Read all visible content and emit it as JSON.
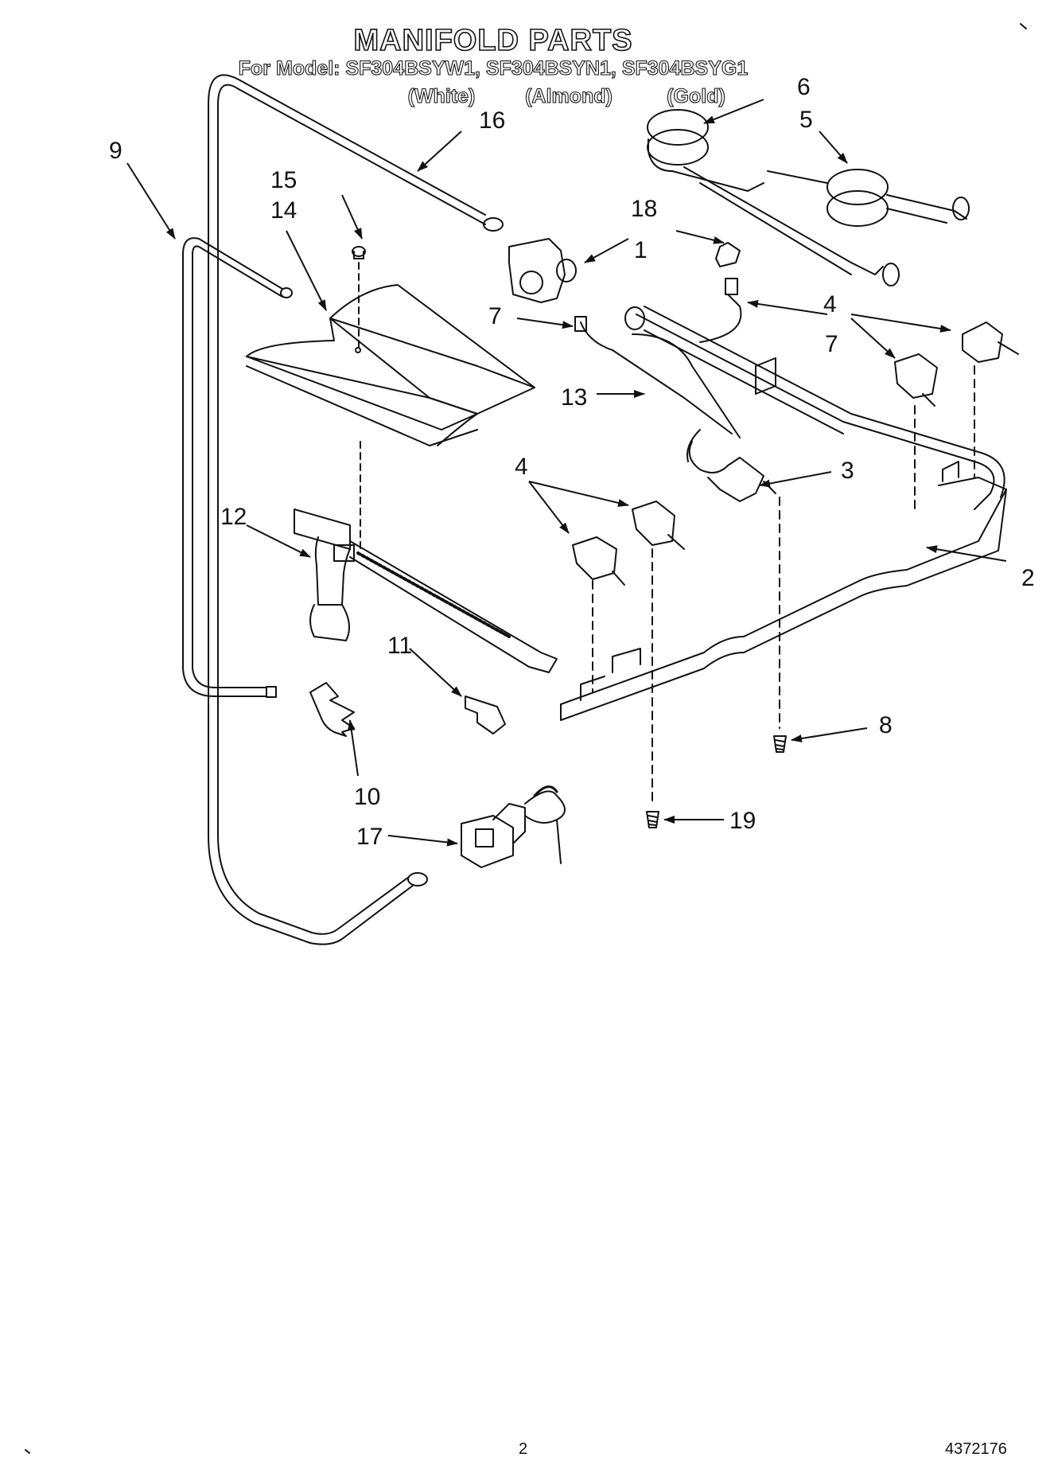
{
  "header": {
    "title": "MANIFOLD PARTS",
    "subtitle": "For Model: SF304BSYW1, SF304BSYN1, SF304BSYG1",
    "colors": [
      "(White)",
      "(Almond)",
      "(Gold)"
    ]
  },
  "callouts": [
    "1",
    "2",
    "3",
    "4",
    "4",
    "5",
    "6",
    "7",
    "7",
    "8",
    "9",
    "10",
    "11",
    "12",
    "13",
    "14",
    "15",
    "16",
    "17",
    "18",
    "19"
  ],
  "footer": {
    "page_number": "2",
    "doc_number": "4372176"
  }
}
